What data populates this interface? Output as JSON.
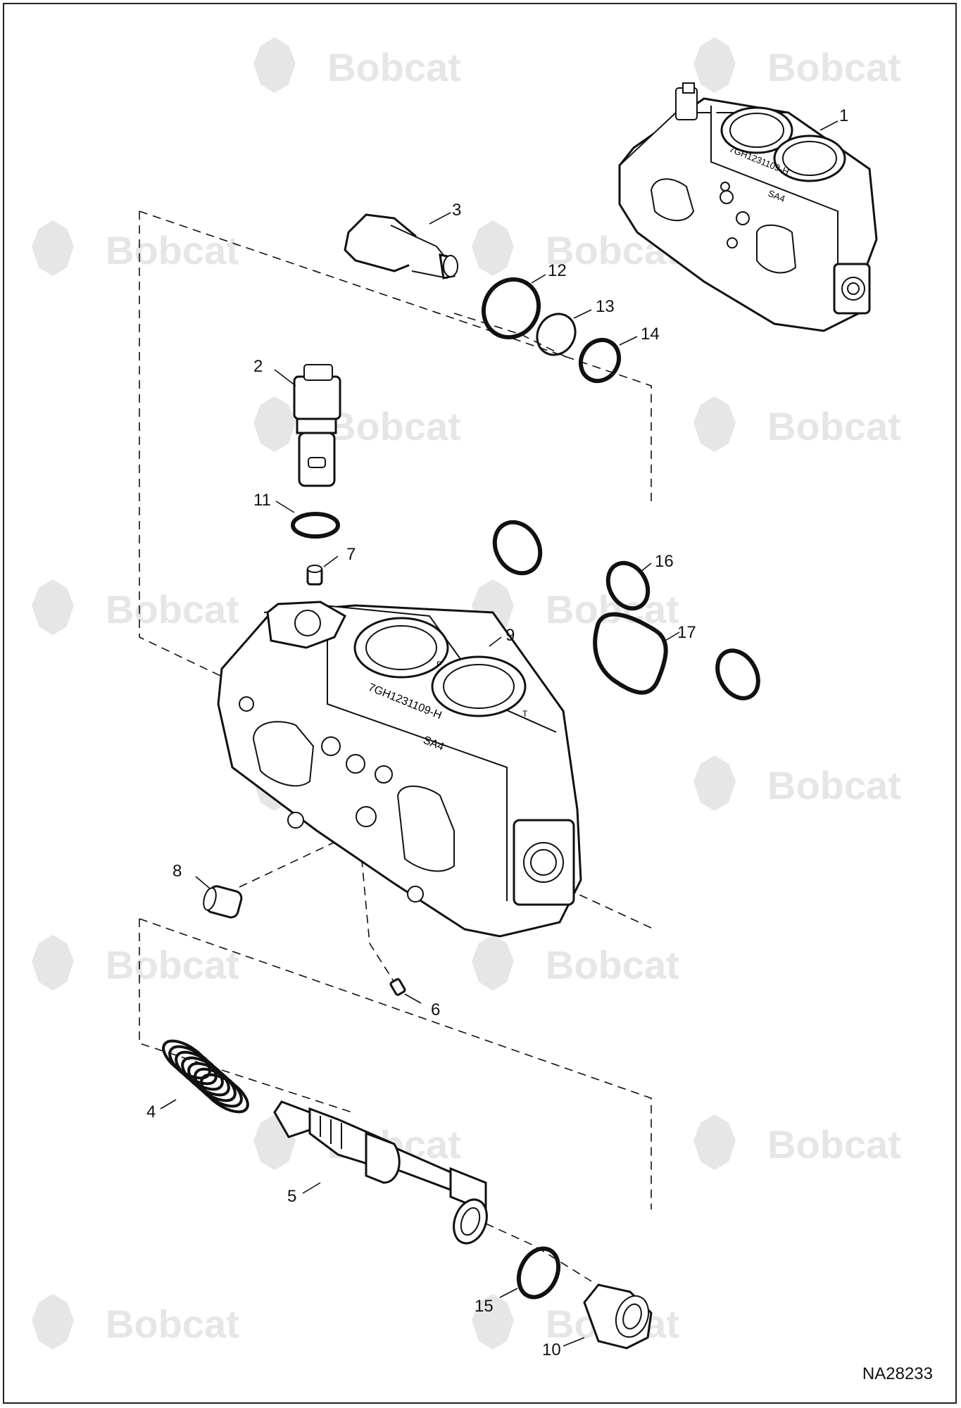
{
  "watermark": {
    "text": "Bobcat",
    "color": "#e6e6e6"
  },
  "drawing_id": "NA28233",
  "callouts": [
    "1",
    "2",
    "3",
    "4",
    "5",
    "6",
    "7",
    "8",
    "9",
    "10",
    "11",
    "12",
    "13",
    "14",
    "15",
    "16",
    "17"
  ],
  "housing_marks": {
    "upper_part_number": "7GH1231109-H",
    "upper_code": "SA4",
    "lower_part_number": "7GH1231109-H",
    "lower_code": "SA4",
    "port_p": "P",
    "port_t": "T"
  },
  "colors": {
    "line": "#111111",
    "background": "#ffffff"
  }
}
